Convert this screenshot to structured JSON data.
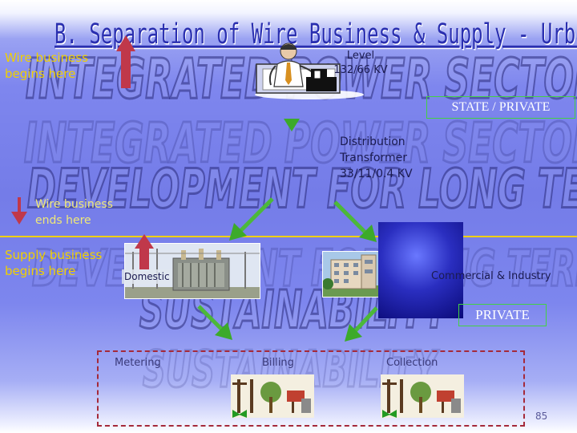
{
  "title": "B. Separation of Wire Business & Supply - Urban",
  "watermark_lines": [
    "INTEGRATED POWER SECTOR",
    "DEVELOPMENT FOR LONG TERM",
    "SUSTAINABILITY"
  ],
  "wire_begins": {
    "line1": "Wire business",
    "line2": "begins here"
  },
  "wire_ends": {
    "line1": "Wire business",
    "line2": "ends here"
  },
  "supply_begins": {
    "line1": "Supply business",
    "line2": "begins here"
  },
  "level": {
    "line1": "Level",
    "line2": "132/66 KV"
  },
  "badges": {
    "top": "STATE / PRIVATE",
    "bottom": "PRIVATE"
  },
  "distribution": {
    "line1": "Distribution",
    "line2": "Transformer",
    "line3": "33/11/0.4 KV"
  },
  "labels": {
    "domestic": "Domestic",
    "commercial": "Commercial & Industry"
  },
  "steps": {
    "metering": "Metering",
    "billing": "Billing",
    "collection": "Collection"
  },
  "page_number": "85",
  "colors": {
    "title": "#2a2fb0",
    "yellow_text": "#f0d000",
    "arrow_red": "#c0384a",
    "arrow_green": "#3caa2a",
    "dashed_border": "#a52a3a",
    "badge_border": "#44d044"
  }
}
